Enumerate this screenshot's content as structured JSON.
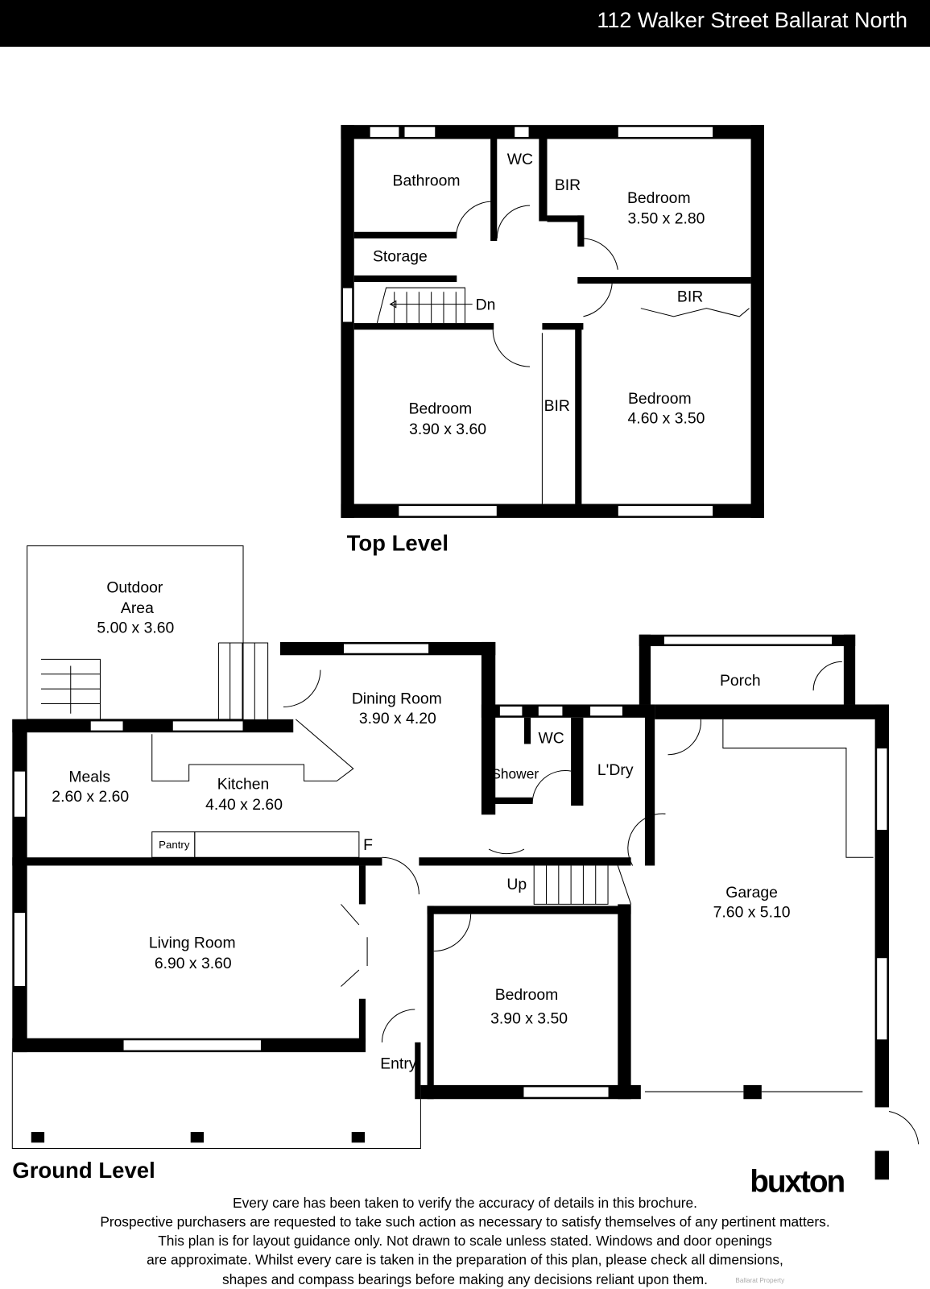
{
  "header": {
    "title": "112 Walker Street Ballarat North"
  },
  "top_level": {
    "title": "Top Level",
    "rooms": [
      {
        "name": "Bathroom"
      },
      {
        "name": "WC"
      },
      {
        "name": "BIR"
      },
      {
        "name": "Bedroom",
        "size": "3.50 x 2.80"
      },
      {
        "name": "Storage"
      },
      {
        "name": "Dn"
      },
      {
        "name": "BIR"
      },
      {
        "name": "Bedroom",
        "size": "3.90 x 3.60"
      },
      {
        "name": "BIR"
      },
      {
        "name": "Bedroom",
        "size": "4.60 x 3.50"
      }
    ]
  },
  "ground_level": {
    "title": "Ground Level",
    "rooms": [
      {
        "name": "Outdoor",
        "name2": "Area",
        "size": "5.00 x 3.60"
      },
      {
        "name": "Meals",
        "size": "2.60 x 2.60"
      },
      {
        "name": "Kitchen",
        "size": "4.40 x 2.60"
      },
      {
        "name": "Pantry"
      },
      {
        "name": "F"
      },
      {
        "name": "Dining Room",
        "size": "3.90 x 4.20"
      },
      {
        "name": "WC"
      },
      {
        "name": "Shower"
      },
      {
        "name": "L'Dry"
      },
      {
        "name": "Porch"
      },
      {
        "name": "Garage",
        "size": "7.60 x 5.10"
      },
      {
        "name": "Up"
      },
      {
        "name": "Living Room",
        "size": "6.90 x 3.60"
      },
      {
        "name": "Bedroom",
        "size": "3.90 x 3.50"
      },
      {
        "name": "Entry"
      }
    ]
  },
  "logo": {
    "text": "buxton",
    "watermark": "Ballarat Property"
  },
  "disclaimer": [
    "Every care has been taken to verify the accuracy of details in this brochure.",
    "Prospective purchasers are requested to take such action as necessary to satisfy themselves of any pertinent matters.",
    "This plan is for layout guidance only. Not drawn to scale unless stated. Windows and door openings",
    "are approximate. Whilst every care is taken in the preparation of this plan, please check all dimensions,",
    "shapes and compass bearings before making any decisions reliant upon them."
  ]
}
